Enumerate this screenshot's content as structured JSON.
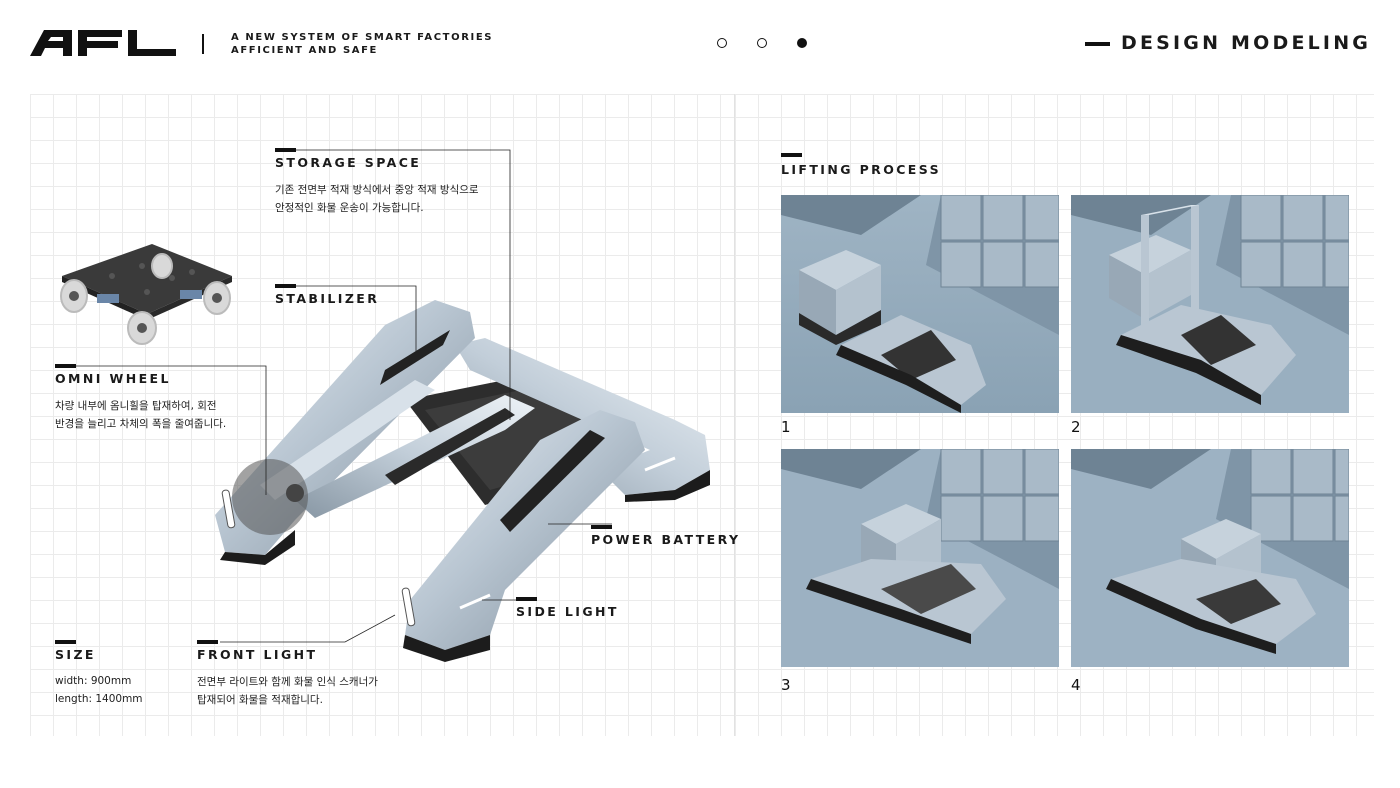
{
  "header": {
    "logo_text": "AFL",
    "tagline_line1": "A NEW SYSTEM OF SMART FACTORIES",
    "tagline_line2": "AFFICIENT AND SAFE",
    "section_title": "DESIGN MODELING",
    "pager_total": 3,
    "pager_active": 3
  },
  "callouts": {
    "storage": {
      "title": "STORAGE SPACE",
      "desc_line1": "기존 전면부 적재 방식에서 중앙 적재 방식으로",
      "desc_line2": "안정적인 화물 운송이 가능합니다."
    },
    "stabilizer": {
      "title": "STABILIZER"
    },
    "omni": {
      "title": "OMNI WHEEL",
      "desc_line1": "차량 내부에 옴니휠을 탑재하여, 회전",
      "desc_line2": "반경을 늘리고 차체의 폭을 줄여줍니다."
    },
    "battery": {
      "title": "POWER BATTERY"
    },
    "side_light": {
      "title": "SIDE LIGHT"
    },
    "size": {
      "title": "SIZE",
      "width": "width: 900mm",
      "length": "length: 1400mm"
    },
    "front_light": {
      "title": "FRONT LIGHT",
      "desc_line1": "전면부 라이트와 함께 화물 인식 스캐너가",
      "desc_line2": "탑재되어 화물을 적재합니다."
    }
  },
  "lifting": {
    "title": "LIFTING PROCESS",
    "steps": [
      {
        "number": "1"
      },
      {
        "number": "2"
      },
      {
        "number": "3"
      },
      {
        "number": "4"
      }
    ]
  },
  "colors": {
    "ink": "#111111",
    "body_silver": "#b9c6d2",
    "body_shadow": "#7d8c99",
    "scene_blue": "#8fa6b8"
  }
}
